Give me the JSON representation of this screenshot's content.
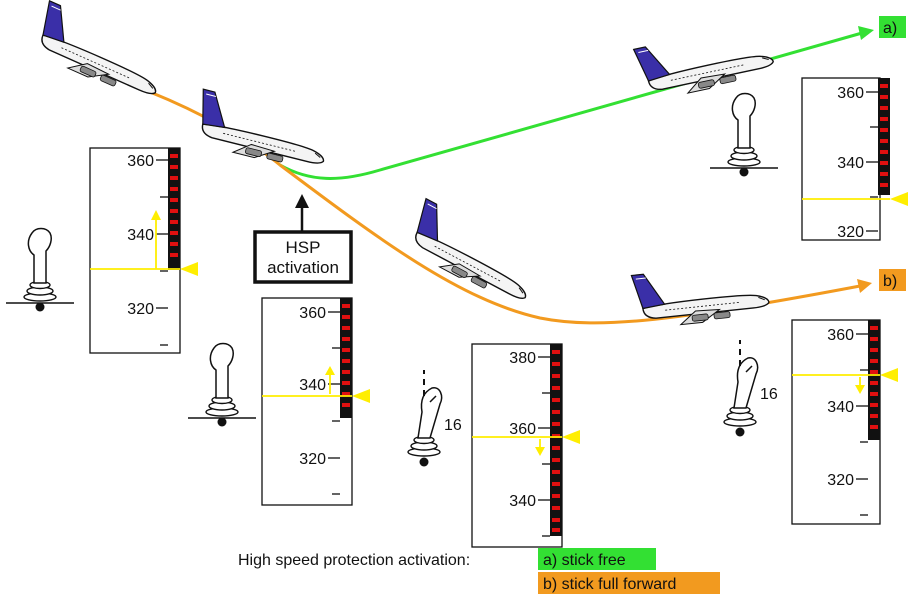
{
  "caption": {
    "label": "High speed protection activation:",
    "option_a": "a) stick free",
    "option_b": "b) stick full forward"
  },
  "callout": {
    "line1": "HSP",
    "line2": "activation"
  },
  "path_tags": {
    "a": "a)",
    "b": "b)"
  },
  "stick_deflection": "16",
  "colors": {
    "path_a": "#33e033",
    "path_b": "#f29a1f",
    "speed_marker": "#ffee00",
    "overspeed_red": "#e01010",
    "overspeed_black": "#111111",
    "aircraft_tail": "#3a2fa8"
  },
  "speed_tapes": [
    {
      "id": "tape-1",
      "labels": [
        "360",
        "340",
        "320"
      ]
    },
    {
      "id": "tape-2",
      "labels": [
        "360",
        "340",
        "320"
      ]
    },
    {
      "id": "tape-3",
      "labels": [
        "380",
        "360",
        "340"
      ]
    },
    {
      "id": "tape-4",
      "labels": [
        "360",
        "340",
        "320"
      ]
    },
    {
      "id": "tape-5",
      "labels": [
        "360",
        "340",
        "320"
      ]
    }
  ],
  "icons": {
    "aircraft": "aircraft-icon",
    "sidestick": "sidestick-icon"
  }
}
